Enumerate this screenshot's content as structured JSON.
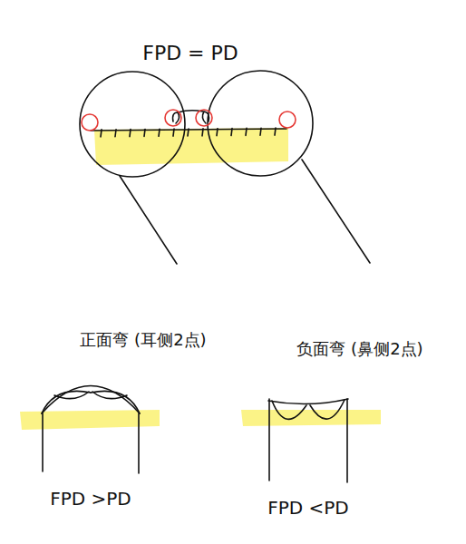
{
  "diagram": {
    "labels": [
      "FPD = PD",
      "正面弯 (耳侧2点)",
      "负面弯 (鼻侧2点)",
      "FPD >PD",
      "FPD <PD"
    ]
  }
}
